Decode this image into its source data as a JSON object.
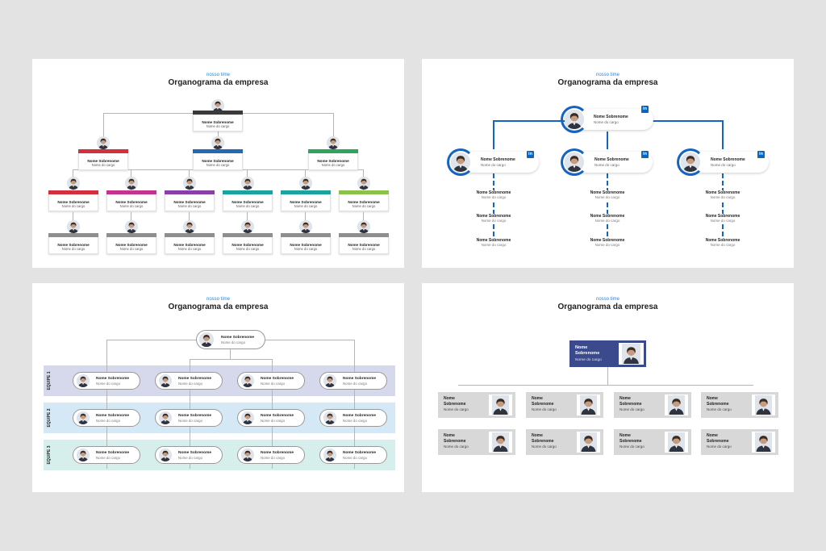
{
  "colors": {
    "accent_blue": "#1e88e5",
    "red": "#d32f3d",
    "blue": "#2568b5",
    "green": "#2ea55e",
    "purple": "#8a3fa8",
    "magenta": "#c2348f",
    "teal": "#1aa3a0",
    "lime": "#8bc34a",
    "gray": "#8e8e8e",
    "linkedin": "#0a66c2",
    "navy": "#3a4a8c"
  },
  "slide1": {
    "subtitle": "nosso time",
    "title": "Organograma da empresa",
    "top": {
      "name": "Nome Sobrenome",
      "job": "Nome do cargo"
    },
    "level2": [
      {
        "name": "Nome Sobrenome",
        "job": "Nome do cargo"
      },
      {
        "name": "Nome Sobrenome",
        "job": "Nome do cargo"
      },
      {
        "name": "Nome Sobrenome",
        "job": "Nome do cargo"
      }
    ],
    "level3": [
      {
        "name": "Nome Sobrenome",
        "job": "Nome do cargo"
      },
      {
        "name": "Nome Sobrenome",
        "job": "Nome do cargo"
      },
      {
        "name": "Nome Sobrenome",
        "job": "Nome do cargo"
      },
      {
        "name": "Nome Sobrenome",
        "job": "Nome do cargo"
      },
      {
        "name": "Nome Sobrenome",
        "job": "Nome do cargo"
      },
      {
        "name": "Nome Sobrenome",
        "job": "Nome do cargo"
      }
    ],
    "level4": [
      {
        "name": "Nome Sobrenome",
        "job": "Nome do cargo"
      },
      {
        "name": "Nome Sobrenome",
        "job": "Nome do cargo"
      },
      {
        "name": "Nome Sobrenome",
        "job": "Nome do cargo"
      },
      {
        "name": "Nome Sobrenome",
        "job": "Nome do cargo"
      },
      {
        "name": "Nome Sobrenome",
        "job": "Nome do cargo"
      },
      {
        "name": "Nome Sobrenome",
        "job": "Nome do cargo"
      }
    ]
  },
  "slide2": {
    "subtitle": "nosso time",
    "title": "Organograma da empresa",
    "linkedin_label": "in",
    "top": {
      "name": "Nome Sobrenome",
      "job": "Nome do cargo"
    },
    "managers": [
      {
        "name": "Nome Sobrenome",
        "job": "Nome do cargo"
      },
      {
        "name": "Nome Sobrenome",
        "job": "Nome do cargo"
      },
      {
        "name": "Nome Sobrenome",
        "job": "Nome do cargo"
      }
    ],
    "members": [
      [
        {
          "name": "Nome Sobrenome",
          "job": "Nome do cargo"
        },
        {
          "name": "Nome Sobrenome",
          "job": "Nome do cargo"
        },
        {
          "name": "Nome Sobrenome",
          "job": "Nome do cargo"
        }
      ],
      [
        {
          "name": "Nome Sobrenome",
          "job": "Nome do cargo"
        },
        {
          "name": "Nome Sobrenome",
          "job": "Nome do cargo"
        },
        {
          "name": "Nome Sobrenome",
          "job": "Nome do cargo"
        }
      ],
      [
        {
          "name": "Nome Sobrenome",
          "job": "Nome do cargo"
        },
        {
          "name": "Nome Sobrenome",
          "job": "Nome do cargo"
        },
        {
          "name": "Nome Sobrenome",
          "job": "Nome do cargo"
        }
      ]
    ]
  },
  "slide3": {
    "subtitle": "nosso time",
    "title": "Organograma da empresa",
    "top": {
      "name": "Nome Sobrenome",
      "job": "Nome do cargo"
    },
    "teams": [
      {
        "label": "EQUIPE 1",
        "color": "#d5d9eb",
        "members": [
          {
            "name": "Nome Sobrenome",
            "job": "Nome do cargo"
          },
          {
            "name": "Nome Sobrenome",
            "job": "Nome do cargo"
          },
          {
            "name": "Nome Sobrenome",
            "job": "Nome do cargo"
          },
          {
            "name": "Nome Sobrenome",
            "job": "Nome do cargo"
          }
        ]
      },
      {
        "label": "EQUIPE 2",
        "color": "#d5e8f5",
        "members": [
          {
            "name": "Nome Sobrenome",
            "job": "Nome do cargo"
          },
          {
            "name": "Nome Sobrenome",
            "job": "Nome do cargo"
          },
          {
            "name": "Nome Sobrenome",
            "job": "Nome do cargo"
          },
          {
            "name": "Nome Sobrenome",
            "job": "Nome do cargo"
          }
        ]
      },
      {
        "label": "EQUIPE 3",
        "color": "#d6efec",
        "members": [
          {
            "name": "Nome Sobrenome",
            "job": "Nome do cargo"
          },
          {
            "name": "Nome Sobrenome",
            "job": "Nome do cargo"
          },
          {
            "name": "Nome Sobrenome",
            "job": "Nome do cargo"
          },
          {
            "name": "Nome Sobrenome",
            "job": "Nome do cargo"
          }
        ]
      }
    ]
  },
  "slide4": {
    "subtitle": "nosso time",
    "title": "Organograma da empresa",
    "top": {
      "first": "Nome",
      "last": "Sobrenome",
      "job": "Nome do cargo"
    },
    "grid": [
      {
        "first": "Nome",
        "last": "Sobrenome",
        "job": "Nome do cargo"
      },
      {
        "first": "Nome",
        "last": "Sobrenome",
        "job": "Nome do cargo"
      },
      {
        "first": "Nome",
        "last": "Sobrenome",
        "job": "Nome do cargo"
      },
      {
        "first": "Nome",
        "last": "Sobrenome",
        "job": "Nome do cargo"
      },
      {
        "first": "Nome",
        "last": "Sobrenome",
        "job": "Nome do cargo"
      },
      {
        "first": "Nome",
        "last": "Sobrenome",
        "job": "Nome do cargo"
      },
      {
        "first": "Nome",
        "last": "Sobrenome",
        "job": "Nome do cargo"
      },
      {
        "first": "Nome",
        "last": "Sobrenome",
        "job": "Nome do cargo"
      }
    ]
  }
}
